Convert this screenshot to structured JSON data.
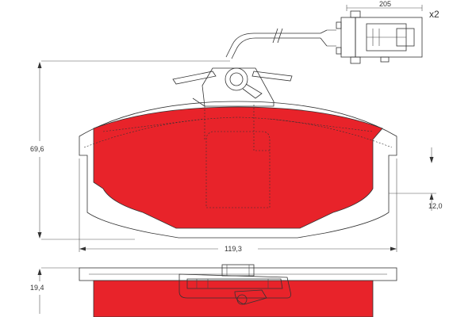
{
  "dimensions": {
    "wire_length": "205",
    "quantity": "x2",
    "height": "69,6",
    "width": "119,3",
    "inner_offset": "12,0",
    "thickness": "19,4"
  },
  "colors": {
    "pad": "#e8232a",
    "backing": "#ffffff",
    "line": "#333333"
  }
}
